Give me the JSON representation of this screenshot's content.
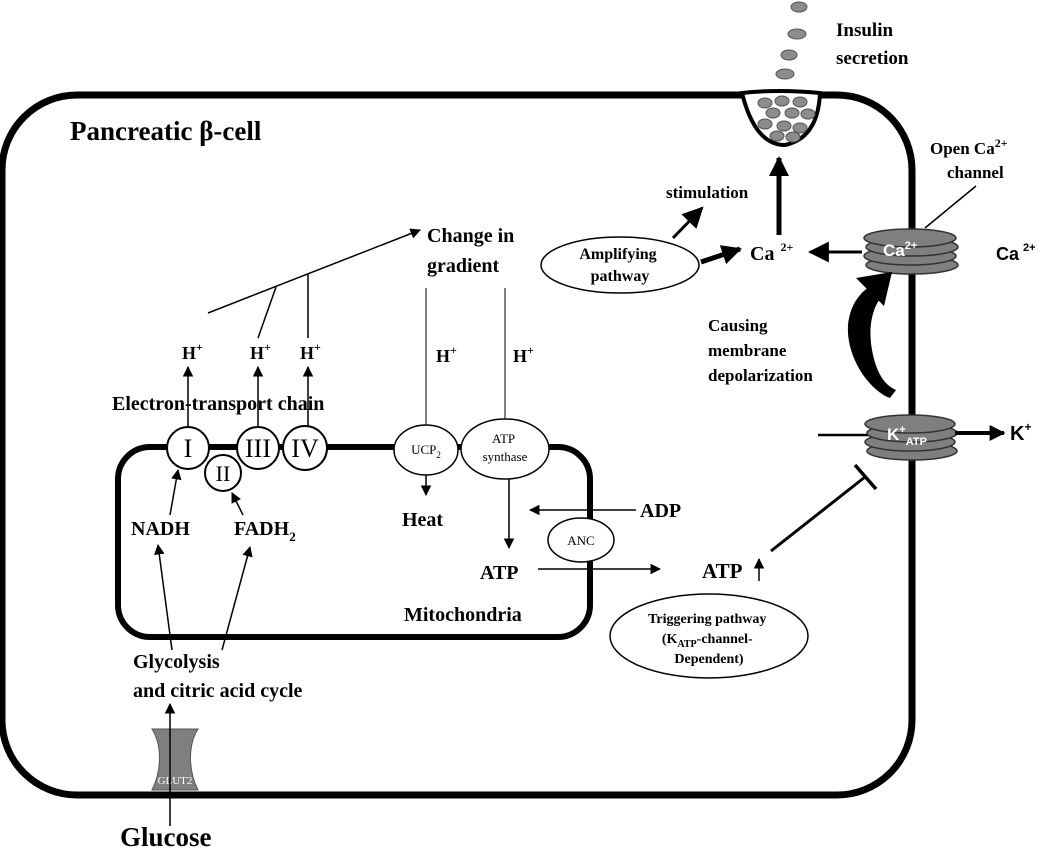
{
  "cell": {
    "title": "Pancreatic β-cell"
  },
  "secretion": {
    "line1": "Insulin",
    "line2": "secretion"
  },
  "calcium_channel": {
    "line1": "Open Ca",
    "sup": "2+",
    "line2": "channel",
    "inner_label": "Ca",
    "inner_sup": "2+"
  },
  "calcium": {
    "outside_label": "Ca",
    "outside_sup": "2+",
    "inside_label": "Ca",
    "inside_sup": "2+"
  },
  "amplifying": {
    "line1": "Amplifying",
    "line2": "pathway",
    "stimulation": "stimulation"
  },
  "gradient": {
    "line1": "Change in",
    "line2": "gradient"
  },
  "protons": {
    "h": "H",
    "sup": "+"
  },
  "etc": {
    "label": "Electron-transport chain",
    "complexes": [
      "I",
      "II",
      "III",
      "IV"
    ]
  },
  "ucp": {
    "base": "UCP",
    "sub": "2",
    "heat": "Heat"
  },
  "atp_synthase": {
    "line1": "ATP",
    "line2": "synthase"
  },
  "substrates": {
    "nadh": "NADH",
    "fadh_base": "FADH",
    "fadh_sub": "2"
  },
  "adp": "ADP",
  "anc": "ANC",
  "atp": {
    "inner": "ATP",
    "outer": "ATP"
  },
  "mitochondria": "Mitochondria",
  "depolarization": {
    "line1": "Causing",
    "line2": "membrane",
    "line3": "depolarization"
  },
  "katp": {
    "base": "K",
    "sup": "+",
    "sub": "ATP",
    "k_out": "K",
    "k_out_sup": "+"
  },
  "triggering": {
    "line1": "Triggering pathway",
    "line2_pre": "(K",
    "line2_sub": "ATP",
    "line2_post": "-channel-",
    "line3": "Dependent)"
  },
  "glycolysis": {
    "line1": "Glycolysis",
    "line2": "and citric acid cycle"
  },
  "glut2": "GLUT2",
  "glucose": "Glucose",
  "colors": {
    "membrane": "#000000",
    "channel": "#7f7f7f",
    "granule": "#8c8c8c"
  }
}
